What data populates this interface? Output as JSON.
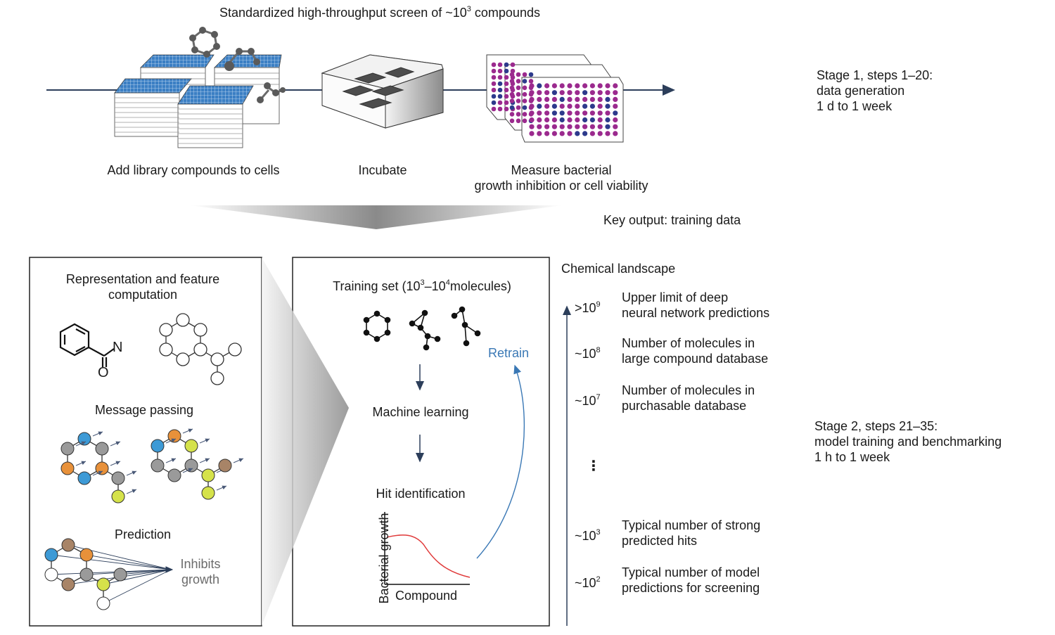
{
  "stage1": {
    "title": "Standardized high-throughput screen of ~10",
    "title_sup": "3",
    "title_end": " compounds",
    "steps": {
      "add": "Add library compounds to cells",
      "incubate": "Incubate",
      "measure": "Measure bacterial\ngrowth inhibition or cell viability"
    },
    "label": "Stage 1, steps 1–20:\ndata generation\n1 d to 1 week"
  },
  "key_output": "Key output: training data",
  "left_panel": {
    "representation": "Representation and feature\ncomputation",
    "atom_n": "N",
    "atom_o": "O",
    "message_passing": "Message passing",
    "prediction": "Prediction",
    "inhibits": "Inhibits\ngrowth"
  },
  "middle_panel": {
    "training_set_pre": "Training set (10",
    "training_sup1": "3",
    "training_mid": "–10",
    "training_sup2": "4",
    "training_end": "molecules)",
    "machine_learning": "Machine learning",
    "hit_identification": "Hit identification",
    "retrain": "Retrain",
    "ylabel": "Bacterial growth",
    "xlabel": "Compound"
  },
  "landscape": {
    "title": "Chemical landscape",
    "items": [
      {
        "prefix": ">10",
        "exp": "9",
        "text": "Upper limit of deep\nneural network predictions"
      },
      {
        "prefix": "~10",
        "exp": "8",
        "text": "Number of molecules in\nlarge compound database"
      },
      {
        "prefix": "~10",
        "exp": "7",
        "text": "Number of molecules in\npurchasable database"
      },
      {
        "prefix": "~10",
        "exp": "3",
        "text": "Typical number of strong\npredicted hits"
      },
      {
        "prefix": "~10",
        "exp": "2",
        "text": "Typical number of model\npredictions for screening"
      }
    ],
    "ellipsis": "⋮"
  },
  "stage2": {
    "label": "Stage 2, steps 21–35:\nmodel training and benchmarking\n1 h to 1 week"
  },
  "colors": {
    "key_output": "#b5282e",
    "retrain": "#3a78b5",
    "curve": "#e03a3a",
    "plate_blue": "#3b7fc4",
    "well_purple": "#9b2a8e",
    "well_blue": "#2d3a8c",
    "node_blue": "#3d9ad6",
    "node_orange": "#e8913a",
    "node_gray": "#9a9a9a",
    "node_yellow": "#d5e24a",
    "node_brown": "#a88467"
  }
}
